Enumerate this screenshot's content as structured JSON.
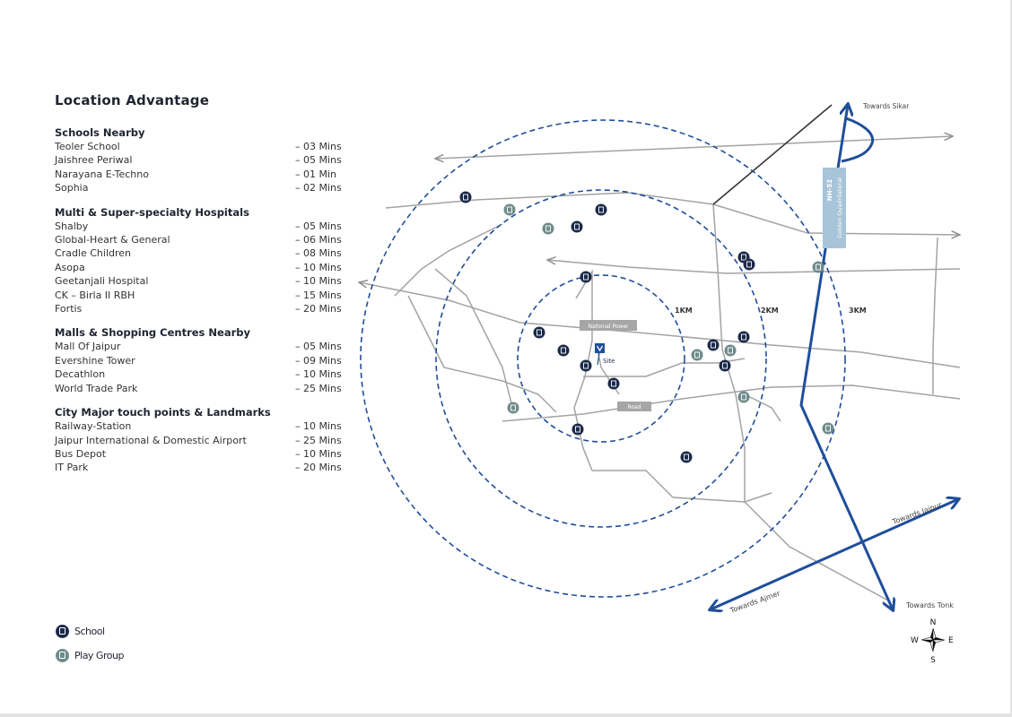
{
  "title": "Location Advantage",
  "sections": [
    {
      "heading": "Schools Nearby",
      "items": [
        {
          "name": "Teoler School",
          "time": "– 03 Mins"
        },
        {
          "name": "Jaishree Periwal",
          "time": "– 05 Mins"
        },
        {
          "name": "Narayana E-Techno",
          "time": "– 01 Min"
        },
        {
          "name": "Sophia",
          "time": "– 02 Mins"
        }
      ]
    },
    {
      "heading": "Multi & Super-specialty Hospitals",
      "items": [
        {
          "name": "Shalby",
          "time": "– 05 Mins"
        },
        {
          "name": "Global-Heart & General",
          "time": "– 06 Mins"
        },
        {
          "name": "Cradle Children",
          "time": "– 08 Mins"
        },
        {
          "name": "Asopa",
          "time": "– 10 Mins"
        },
        {
          "name": "Geetanjali Hospital",
          "time": "– 10 Mins"
        },
        {
          "name": "CK – Birla II RBH",
          "time": "– 15 Mins"
        },
        {
          "name": "Fortis",
          "time": "– 20 Mins"
        }
      ]
    },
    {
      "heading": "Malls & Shopping Centres Nearby",
      "items": [
        {
          "name": "Mall Of Jaipur",
          "time": "– 05 Mins"
        },
        {
          "name": "Evershine Tower",
          "time": "– 09 Mins"
        },
        {
          "name": "Decathlon",
          "time": "– 10 Mins"
        },
        {
          "name": "World Trade Park",
          "time": "– 25 Mins"
        }
      ]
    },
    {
      "heading": "City Major touch points & Landmarks",
      "items": [
        {
          "name": "Railway-Station",
          "time": "– 10 Mins"
        },
        {
          "name": "Jaipur International & Domestic Airport",
          "time": "– 25 Mins"
        },
        {
          "name": "Bus Depot",
          "time": "– 10 Mins"
        },
        {
          "name": "IT Park",
          "time": "– 20 Mins"
        }
      ]
    }
  ],
  "legend": [
    {
      "label": "School",
      "color": "#1b2a4a"
    },
    {
      "label": "Play Group",
      "color": "#6f8b8b"
    }
  ],
  "map": {
    "towards_sikar": "Towards Sikar",
    "towards_jaipur": "Towards Jaipur",
    "towards_ajmer": "Towards Ajmer",
    "towards_tonk": "Towards Tonk",
    "ring_1": "1KM",
    "ring_2": "2KM",
    "ring_3": "3KM",
    "highway_label": "NH-52",
    "highway_sublabel": "Golden Quadrilateral",
    "site_label": "Site",
    "road_label_1": "National Power",
    "road_label_2": "Road",
    "compass": {
      "n": "N",
      "s": "S",
      "e": "E",
      "w": "W"
    },
    "colors": {
      "ring": "#1f4e9a",
      "highway": "#1f4e9a",
      "road": "#9a9a9a",
      "school": "#1b2a4a",
      "playgroup": "#6f8b8b"
    }
  }
}
